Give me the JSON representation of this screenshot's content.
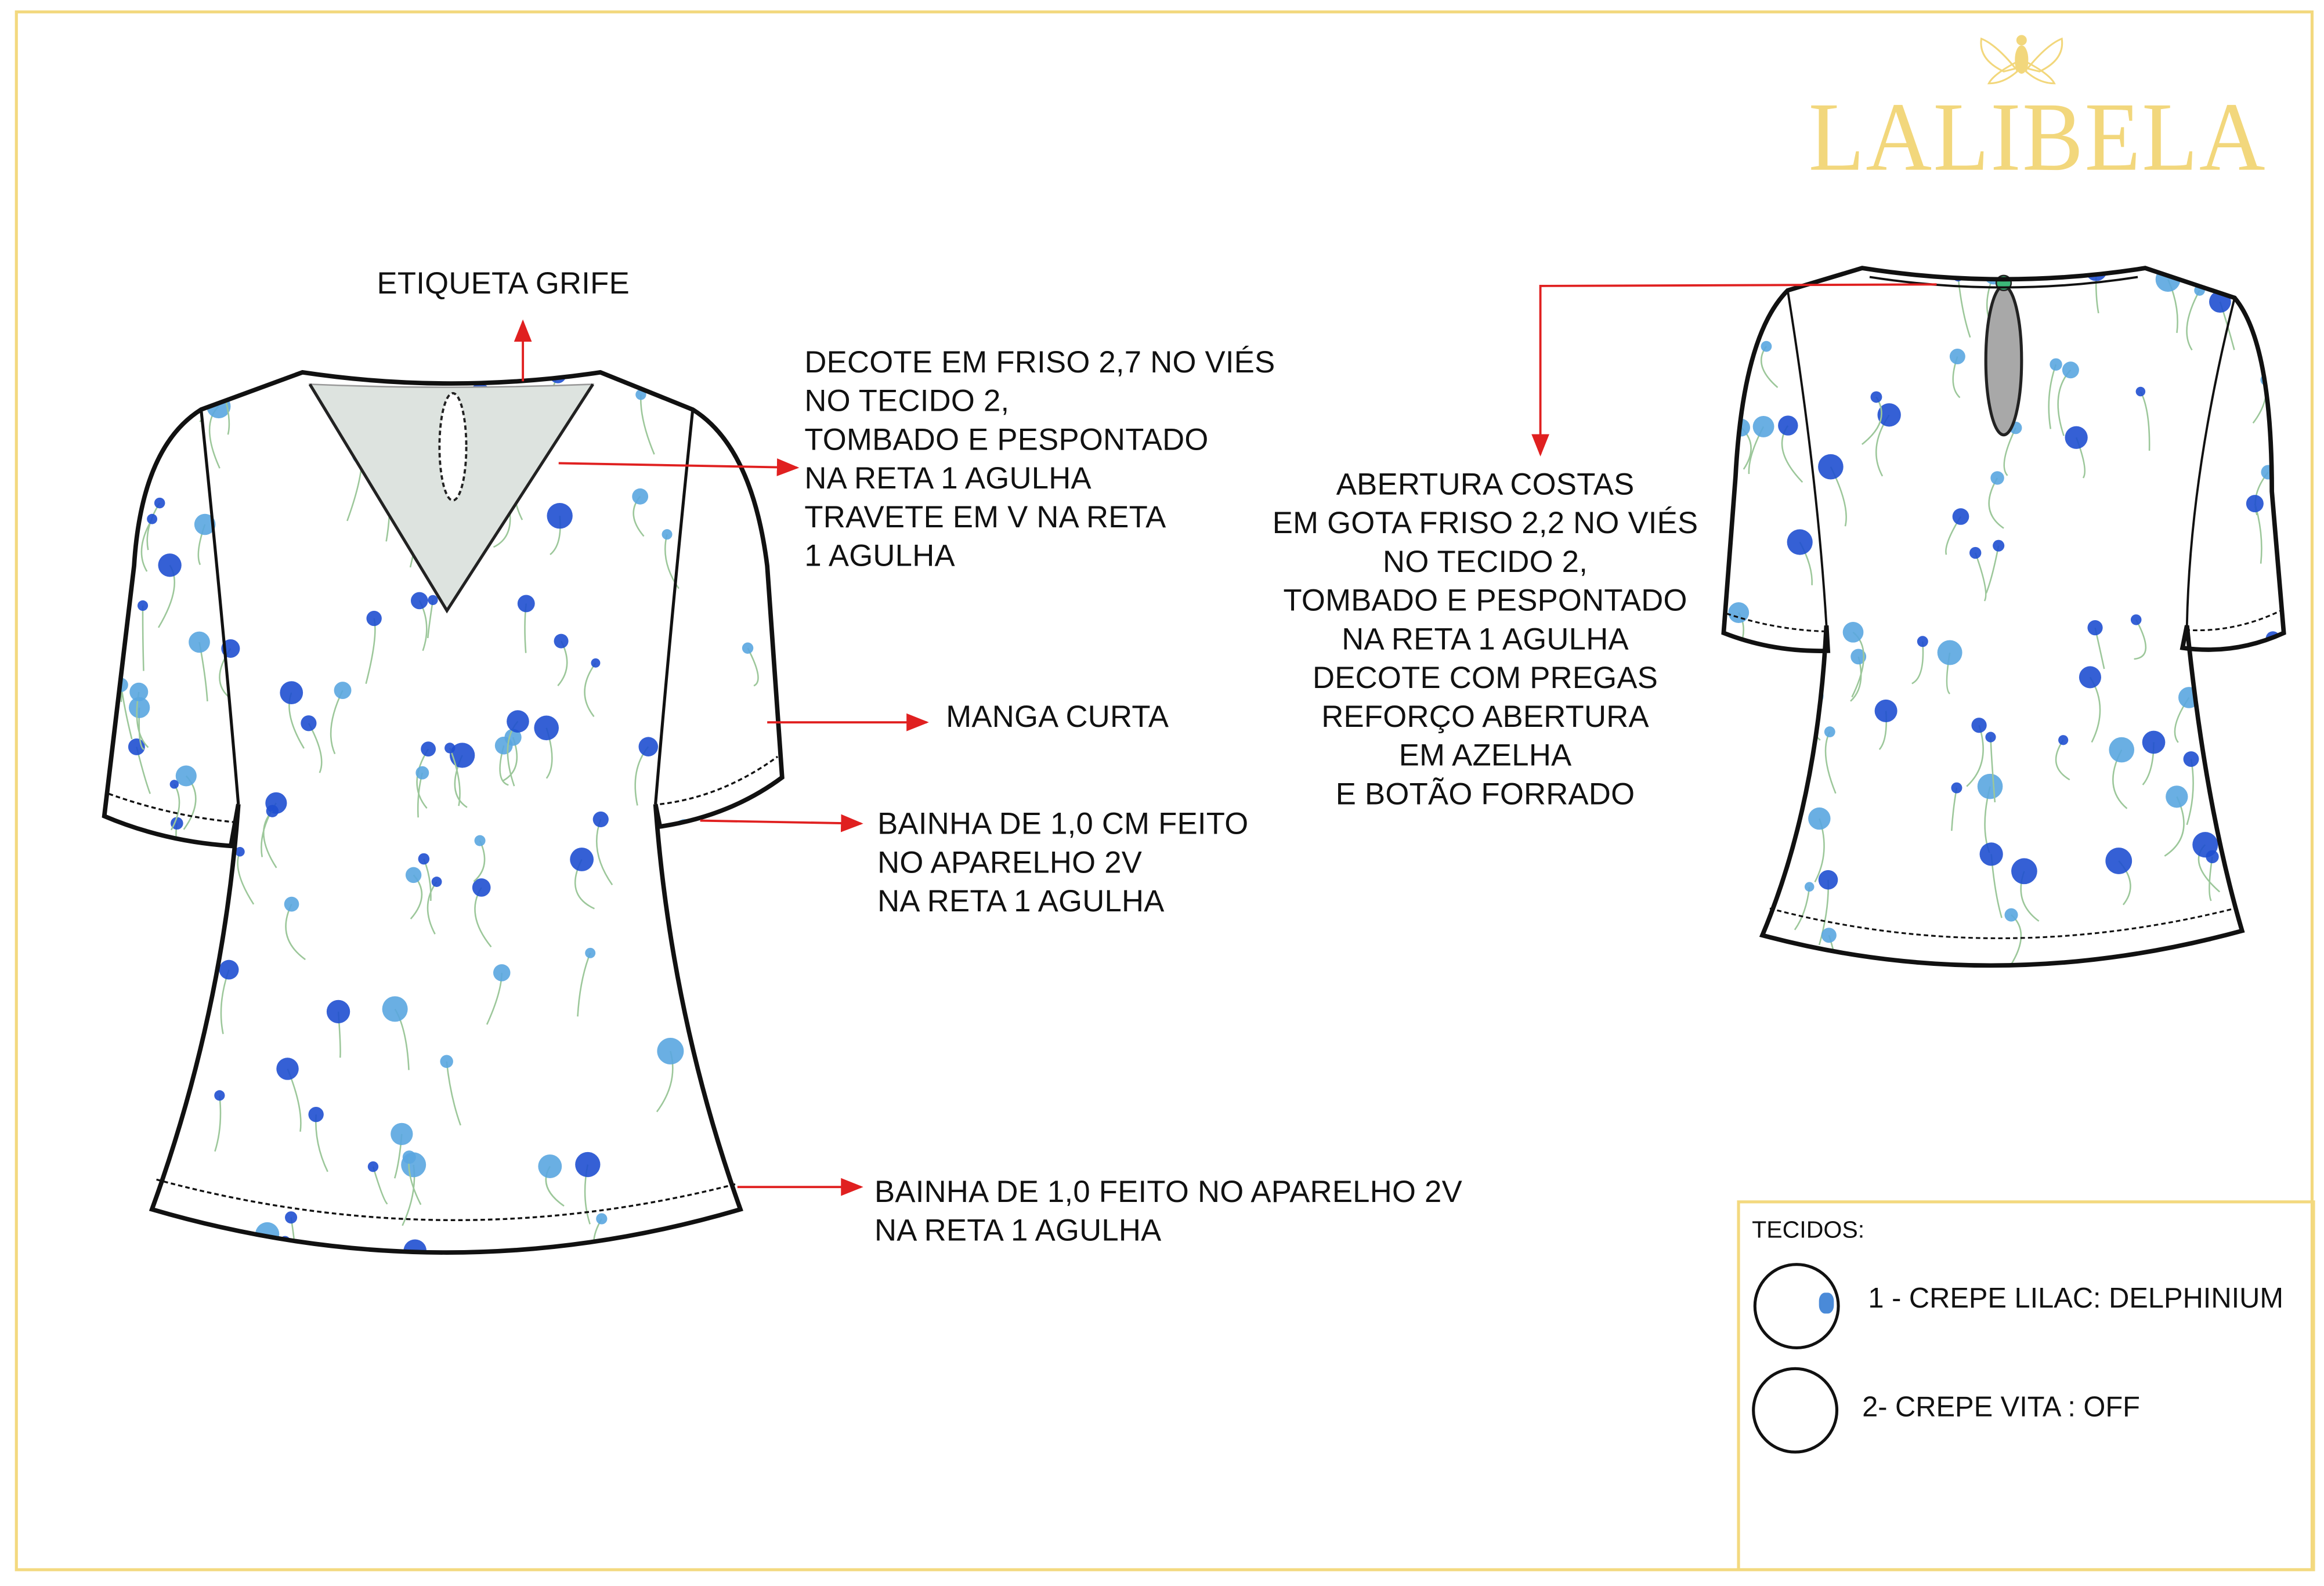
{
  "brand": {
    "name": "LALIBELA",
    "color": "#f2d77c"
  },
  "annotations": {
    "etiqueta": "ETIQUETA GRIFE",
    "decote": [
      "DECOTE EM FRISO 2,7 NO VIÉS",
      "NO TECIDO 2,",
      "TOMBADO E PESPONTADO",
      "NA RETA 1 AGULHA",
      "TRAVETE EM V NA RETA",
      "1 AGULHA"
    ],
    "manga": "MANGA  CURTA",
    "bainha_manga": [
      "BAINHA DE 1,0 CM  FEITO",
      "NO APARELHO 2V",
      "NA RETA 1 AGULHA"
    ],
    "bainha_barra": [
      "BAINHA DE 1,0 FEITO NO APARELHO 2V",
      "NA RETA 1 AGULHA"
    ],
    "abertura": [
      "ABERTURA COSTAS",
      "EM GOTA FRISO 2,2 NO VIÉS",
      "NO TECIDO 2,",
      "TOMBADO E PESPONTADO",
      "NA RETA 1 AGULHA",
      "DECOTE COM PREGAS",
      "REFORÇO ABERTURA",
      "EM AZELHA",
      "E BOTÃO FORRADO"
    ]
  },
  "tecidos": {
    "title": "TECIDOS:",
    "items": [
      {
        "label": "1 - CREPE LILAC: DELPHINIUM",
        "swatch": "floral"
      },
      {
        "label": "2- CREPE VITA : OFF",
        "swatch": "off-white"
      }
    ]
  },
  "colors": {
    "frame": "#f3d97f",
    "arrow": "#e02020",
    "flower": "#1f4fd0",
    "lining": "#dde3df"
  }
}
